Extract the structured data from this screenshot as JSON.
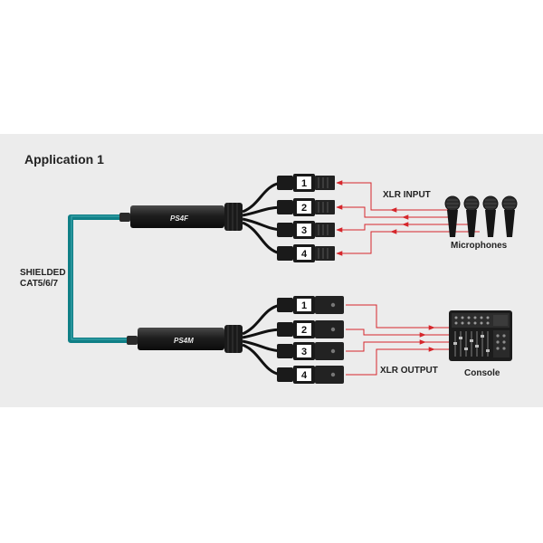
{
  "title": "Application 1",
  "cable": {
    "label_line1": "SHIELDED",
    "label_line2": "CAT5/6/7"
  },
  "top_unit": {
    "model": "PS4F",
    "channels": [
      "1",
      "2",
      "3",
      "4"
    ],
    "signal_label": "XLR INPUT",
    "device_label": "Microphones"
  },
  "bottom_unit": {
    "model": "PS4M",
    "channels": [
      "1",
      "2",
      "3",
      "4"
    ],
    "signal_label": "XLR OUTPUT",
    "device_label": "Console"
  },
  "colors": {
    "cable": "#0f7f86",
    "signal": "#d6262b",
    "connector": "#1a1a1a",
    "background": "#ececec"
  }
}
